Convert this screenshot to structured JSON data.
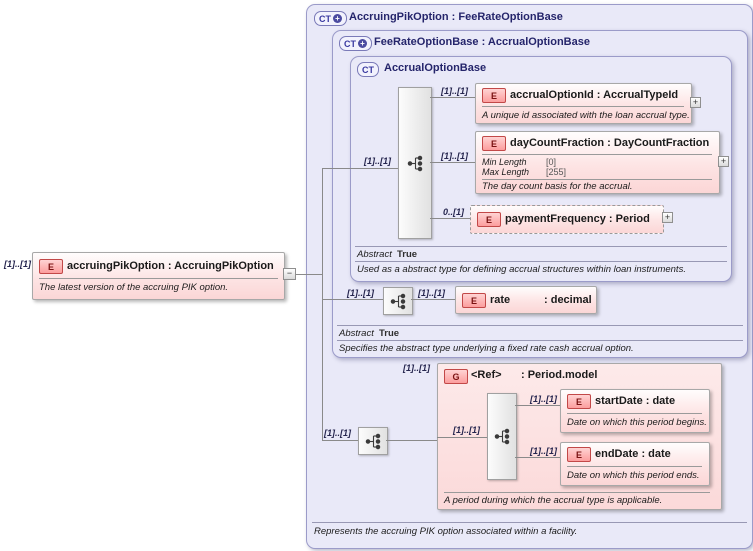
{
  "main_element": {
    "cardinality": "[1]..[1]",
    "badge": "E",
    "title": "accruingPikOption : AccruingPikOption",
    "annotation": "The latest version of the accruing PIK option.",
    "collapse_glyph": "−"
  },
  "outer_ct": {
    "badge": "CT",
    "plus_glyph": "+",
    "title": "AccruingPikOption : FeeRateOptionBase",
    "annotation": "Represents the accruing PIK option associated within a facility."
  },
  "fee_ct": {
    "badge": "CT",
    "plus_glyph": "+",
    "title": "FeeRateOptionBase : AccrualOptionBase",
    "abstract_label": "Abstract",
    "abstract_value": "True",
    "annotation": "Specifies the abstract type underlying a fixed rate cash accrual option.",
    "seq_cardinality": "[1]..[1]"
  },
  "accrual_ct": {
    "badge": "CT",
    "title": "AccrualOptionBase",
    "abstract_label": "Abstract",
    "abstract_value": "True",
    "annotation": "Used as a abstract type for defining accrual structures within loan instruments.",
    "seq_cardinality": "[1]..[1]"
  },
  "accrual_option_id": {
    "cardinality": "[1]..[1]",
    "badge": "E",
    "title": "accrualOptionId : AccrualTypeId",
    "annotation": "A unique id associated with the loan accrual type.",
    "expand_glyph": "+"
  },
  "day_count_fraction": {
    "cardinality": "[1]..[1]",
    "badge": "E",
    "title": "dayCountFraction : DayCountFraction",
    "facets": [
      {
        "label": "Min Length",
        "value": "[0]"
      },
      {
        "label": "Max Length",
        "value": "[255]"
      }
    ],
    "annotation": "The day count basis for the accrual.",
    "expand_glyph": "+"
  },
  "payment_frequency": {
    "cardinality": "0..[1]",
    "badge": "E",
    "title": "paymentFrequency : Period",
    "expand_glyph": "+"
  },
  "rate_element": {
    "cardinality": "[1]..[1]",
    "badge": "E",
    "name": "rate",
    "type": ": decimal"
  },
  "period_group": {
    "branch_cardinality": "[1]..[1]",
    "group_cardinality": "[1]..[1]",
    "badge": "G",
    "name": "<Ref>",
    "type": ": Period.model",
    "inner_seq_cardinality": "[1]..[1]",
    "annotation": "A period during which the accrual type is applicable."
  },
  "start_date": {
    "cardinality": "[1]..[1]",
    "badge": "E",
    "title": "startDate : date",
    "annotation": "Date on which this period begins."
  },
  "end_date": {
    "cardinality": "[1]..[1]",
    "badge": "E",
    "title": "endDate : date",
    "annotation": "Date on which this period ends."
  }
}
